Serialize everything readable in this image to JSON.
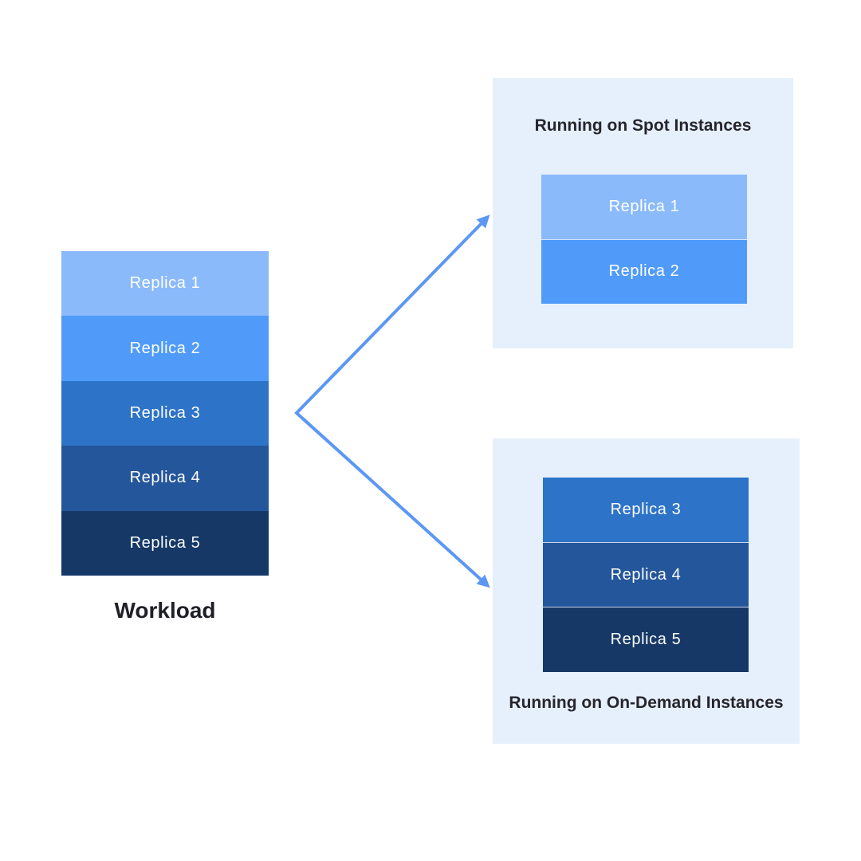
{
  "workload": {
    "label": "Workload",
    "replicas": [
      {
        "label": "Replica 1",
        "color": "#8BBAFB"
      },
      {
        "label": "Replica 2",
        "color": "#509BFA"
      },
      {
        "label": "Replica 3",
        "color": "#2D73C8"
      },
      {
        "label": "Replica 4",
        "color": "#24569B"
      },
      {
        "label": "Replica 5",
        "color": "#153867"
      }
    ]
  },
  "spot_panel": {
    "title": "Running on Spot Instances",
    "replicas": [
      {
        "label": "Replica 1",
        "color": "#8BBAFB"
      },
      {
        "label": "Replica 2",
        "color": "#509BFA"
      }
    ]
  },
  "ondemand_panel": {
    "title": "Running on On-Demand Instances",
    "replicas": [
      {
        "label": "Replica 3",
        "color": "#2D73C8"
      },
      {
        "label": "Replica 4",
        "color": "#24569B"
      },
      {
        "label": "Replica 5",
        "color": "#153867"
      }
    ]
  },
  "colors": {
    "canvas_bg": "#FFFFFF",
    "panel_bg": "#E6F0FC",
    "arrow": "#5C97F3",
    "heading_text": "#26252C",
    "workload_text": "#1F1F26",
    "replica_text": "#FFFFFF"
  }
}
